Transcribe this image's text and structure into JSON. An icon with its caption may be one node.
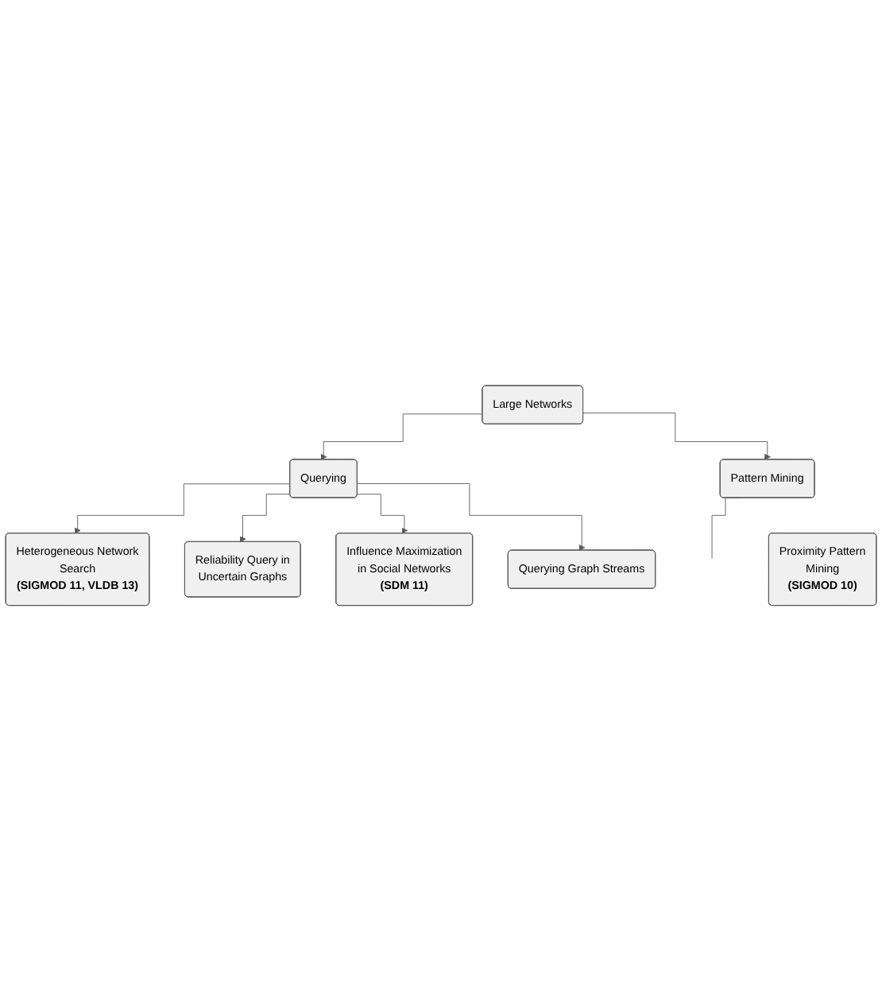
{
  "diagram": {
    "nodes": [
      {
        "text": [
          "Large Networks"
        ]
      },
      {
        "text": [
          "Querying"
        ]
      },
      {
        "text": [
          "Pattern Mining"
        ]
      },
      {
        "text": [
          "Heterogeneous Network Search",
          "(SIGMOD 11, VLDB 13)"
        ]
      },
      {
        "text": [
          "Reliability Query in Uncertain Graphs"
        ]
      },
      {
        "text": [
          "Influence Maximization in Social Networks",
          "(SDM 11)"
        ]
      },
      {
        "text": [
          "Querying Graph Streams"
        ]
      },
      {
        "text": [
          "Proximity Pattern Mining",
          "(SIGMOD 10)"
        ]
      }
    ],
    "edges": [
      {
        "from": 0,
        "to": 1,
        "arrow": "to"
      },
      {
        "from": 0,
        "to": 2,
        "arrow": "to"
      },
      {
        "from": 1,
        "to": 3,
        "arrow": "to"
      },
      {
        "from": 1,
        "to": 4,
        "arrow": "to"
      },
      {
        "from": 1,
        "to": 5,
        "arrow": "to"
      },
      {
        "from": 1,
        "to": 6,
        "arrow": "to"
      },
      {
        "from": 2,
        "to": null,
        "arrow": "none"
      }
    ]
  }
}
